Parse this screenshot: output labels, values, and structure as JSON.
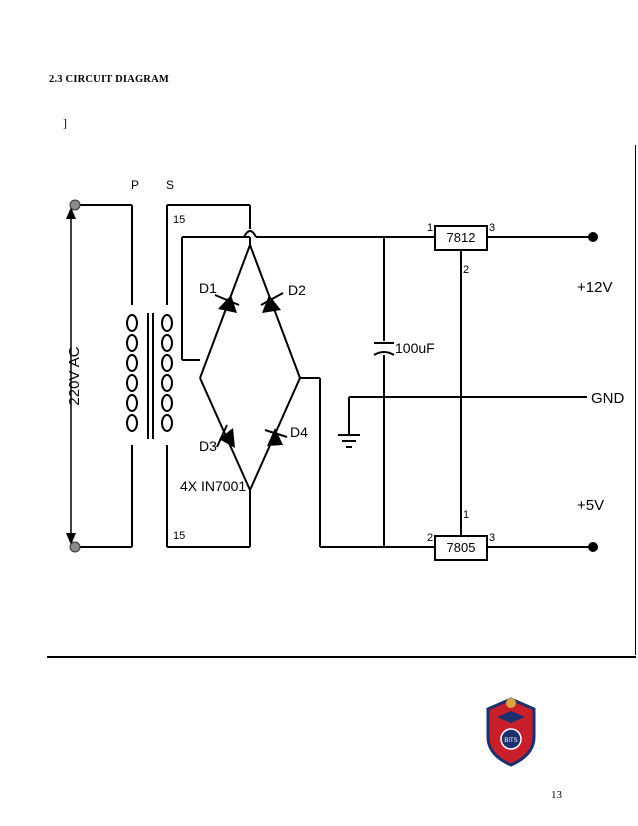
{
  "section": {
    "heading": "2.3  CIRCUIT   DIAGRAM",
    "stray_char": "]"
  },
  "circuit": {
    "primary_label": "P",
    "secondary_label": "S",
    "secondary_top_tap": "15",
    "secondary_bottom_tap": "15",
    "input_label": "220V AC",
    "diodes": [
      "D1",
      "D2",
      "D3",
      "D4"
    ],
    "diode_part": "4X IN7001",
    "capacitor": "100uF",
    "reg_12": {
      "name": "7812",
      "pin_in": "1",
      "pin_gnd": "2",
      "pin_out": "3"
    },
    "reg_5": {
      "name": "7805",
      "pin_in": "2",
      "pin_gnd": "1",
      "pin_out": "3"
    },
    "outputs": {
      "plus12": "+12V",
      "gnd": "GND",
      "plus5": "+5V"
    }
  },
  "footer": {
    "page_number": "13",
    "logo_text": "BITS"
  },
  "colors": {
    "line": "#000000",
    "logo_red": "#c8202a",
    "logo_navy": "#1c2f6e",
    "logo_gold": "#d9a441"
  }
}
